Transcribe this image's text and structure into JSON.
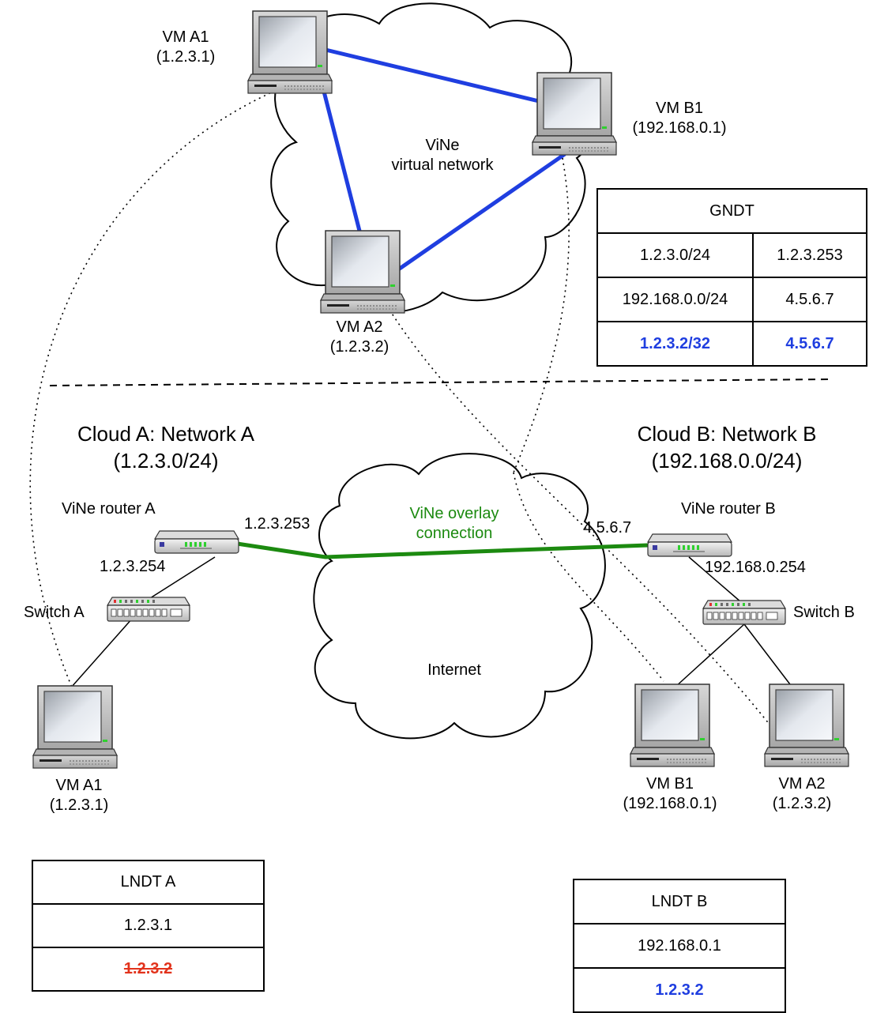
{
  "colors": {
    "overlay_link": "#1f3ee0",
    "router_link": "#1c8a10",
    "highlight": "#1f3ee0",
    "removed": "#e2331c"
  },
  "icons": {
    "computer": "computer-icon",
    "router": "router-icon",
    "switch": "switch-icon",
    "cloud": "cloud-shape"
  },
  "virtual": {
    "cloud_label_1": "ViNe",
    "cloud_label_2": "virtual network",
    "vm_a1": {
      "name": "VM A1",
      "ip": "(1.2.3.1)"
    },
    "vm_b1": {
      "name": "VM B1",
      "ip": "(192.168.0.1)"
    },
    "vm_a2": {
      "name": "VM A2",
      "ip": "(1.2.3.2)"
    }
  },
  "gndt": {
    "title": "GNDT",
    "rows": [
      {
        "network": "1.2.3.0/24",
        "router": "1.2.3.253",
        "highlight": false
      },
      {
        "network": "192.168.0.0/24",
        "router": "4.5.6.7",
        "highlight": false
      },
      {
        "network": "1.2.3.2/32",
        "router": "4.5.6.7",
        "highlight": true
      }
    ]
  },
  "cloud_a": {
    "title": "Cloud A: Network A",
    "subnet": "(1.2.3.0/24)",
    "router_label": "ViNe router A",
    "router_public_ip": "1.2.3.253",
    "router_private_ip": "1.2.3.254",
    "switch_label": "Switch A",
    "vm_a1": {
      "name": "VM A1",
      "ip": "(1.2.3.1)"
    }
  },
  "cloud_b": {
    "title": "Cloud B: Network B",
    "subnet": "(192.168.0.0/24)",
    "router_label": "ViNe router B",
    "router_public_ip": "4.5.6.7",
    "router_private_ip": "192.168.0.254",
    "switch_label": "Switch B",
    "vm_b1": {
      "name": "VM B1",
      "ip": "(192.168.0.1)"
    },
    "vm_a2": {
      "name": "VM A2",
      "ip": "(1.2.3.2)"
    }
  },
  "internet": {
    "overlay_label_1": "ViNe overlay",
    "overlay_label_2": "connection",
    "label": "Internet"
  },
  "lndt_a": {
    "title": "LNDT A",
    "rows": [
      {
        "value": "1.2.3.1",
        "state": "normal"
      },
      {
        "value": "1.2.3.2",
        "state": "removed"
      }
    ]
  },
  "lndt_b": {
    "title": "LNDT B",
    "rows": [
      {
        "value": "192.168.0.1",
        "state": "normal"
      },
      {
        "value": "1.2.3.2",
        "state": "added"
      }
    ]
  }
}
